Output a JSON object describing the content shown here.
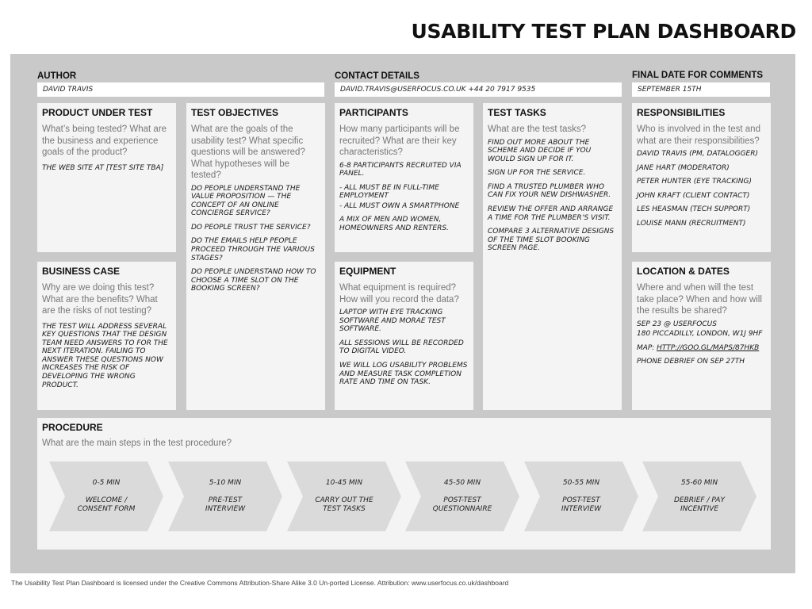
{
  "title": "USABILITY TEST PLAN DASHBOARD",
  "author": {
    "label": "AUTHOR",
    "value": "DAVID TRAVIS"
  },
  "contact": {
    "label": "CONTACT DETAILS",
    "value": "DAVID.TRAVIS@USERFOCUS.CO.UK  +44 20 7917 9535"
  },
  "final_date": {
    "label": "FINAL DATE FOR COMMENTS",
    "value": "SEPTEMBER 15TH"
  },
  "product": {
    "title": "PRODUCT UNDER TEST",
    "question": "What’s being tested? What are the business and experience goals of the product?",
    "answers": [
      "THE WEB SITE AT [TEST SITE TBA]"
    ]
  },
  "business": {
    "title": "BUSINESS CASE",
    "question": "Why are we doing this test? What are the benefits? What are the risks of not testing?",
    "answers": [
      "THE TEST WILL ADDRESS SEVERAL KEY QUESTIONS THAT THE DESIGN TEAM NEED ANSWERS TO FOR THE NEXT ITERATION. FAILING TO ANSWER THESE QUESTIONS NOW INCREASES THE RISK OF DEVELOPING THE WRONG PRODUCT."
    ]
  },
  "objectives": {
    "title": "TEST OBJECTIVES",
    "question": "What are the goals of the usability test? What specific questions will be answered? What hypotheses will be tested?",
    "answers": [
      "DO PEOPLE UNDERSTAND THE VALUE PROPOSITION — THE CONCEPT OF AN ONLINE CONCIERGE SERVICE?",
      "DO PEOPLE TRUST THE SERVICE?",
      "DO THE EMAILS HELP PEOPLE PROCEED THROUGH THE VARIOUS STAGES?",
      "DO PEOPLE UNDERSTAND HOW TO CHOOSE A TIME SLOT ON THE BOOKING SCREEN?"
    ]
  },
  "participants": {
    "title": "PARTICIPANTS",
    "question": "How many participants will be recruited? What are their key characteristics?",
    "answers": [
      "6-8 PARTICIPANTS RECRUITED VIA PANEL.",
      "- ALL MUST BE IN FULL-TIME EMPLOYMENT",
      "- ALL MUST OWN A SMARTPHONE",
      "A MIX OF MEN AND WOMEN, HOMEOWNERS AND RENTERS."
    ]
  },
  "equipment": {
    "title": "EQUIPMENT",
    "question": "What equipment is required? How will you record the data?",
    "answers": [
      "LAPTOP WITH EYE TRACKING SOFTWARE AND MORAE TEST SOFTWARE.",
      "ALL SESSIONS WILL BE RECORDED TO DIGITAL VIDEO.",
      "WE WILL LOG USABILITY PROBLEMS AND MEASURE TASK COMPLETION RATE AND TIME ON TASK."
    ]
  },
  "tasks": {
    "title": "TEST TASKS",
    "question": "What are the test tasks?",
    "answers": [
      "FIND OUT MORE ABOUT THE SCHEME AND DECIDE IF YOU WOULD SIGN UP FOR IT.",
      "SIGN UP FOR THE SERVICE.",
      "FIND A TRUSTED PLUMBER WHO CAN FIX YOUR NEW DISHWASHER.",
      "REVIEW THE OFFER AND ARRANGE A TIME FOR THE PLUMBER’S VISIT.",
      "COMPARE 3 ALTERNATIVE DESIGNS OF THE TIME SLOT BOOKING SCREEN PAGE."
    ]
  },
  "responsibilities": {
    "title": "RESPONSIBILITIES",
    "question": "Who is involved in the test and what are their responsibilities?",
    "answers": [
      "DAVID TRAVIS (PM, DATALOGGER)",
      "JANE HART (MODERATOR)",
      "PETER HUNTER (EYE TRACKING)",
      "JOHN KRAFT (CLIENT CONTACT)",
      "LES HEASMAN (TECH SUPPORT)",
      "LOUISE MANN (RECRUITMENT)"
    ]
  },
  "location": {
    "title": "LOCATION & DATES",
    "question": "Where and when will the test take place? When and how will the results be shared?",
    "answers": [
      "SEP 23 @ USERFOCUS",
      "180 PICCADILLY, LONDON, W1J 9HF",
      "MAP: ",
      "HTTP://GOO.GL/MAPS/87HKB",
      "PHONE DEBRIEF ON SEP 27TH"
    ]
  },
  "procedure": {
    "title": "PROCEDURE",
    "question": "What are the main steps in the test procedure?",
    "steps": [
      {
        "time": "0-5 MIN",
        "label": "WELCOME / CONSENT FORM"
      },
      {
        "time": "5-10 MIN",
        "label": "PRE-TEST INTERVIEW"
      },
      {
        "time": "10-45 MIN",
        "label": "CARRY OUT THE TEST TASKS"
      },
      {
        "time": "45-50 MIN",
        "label": "POST-TEST QUESTIONNAIRE"
      },
      {
        "time": "50-55 MIN",
        "label": "POST-TEST INTERVIEW"
      },
      {
        "time": "55-60 MIN",
        "label": "DEBRIEF / PAY INCENTIVE"
      }
    ]
  },
  "footer": "The Usability Test Plan Dashboard is licensed under the Creative Commons Attribution-Share Alike 3.0 Un-ported License. Attribution: www.userfocus.co.uk/dashboard"
}
